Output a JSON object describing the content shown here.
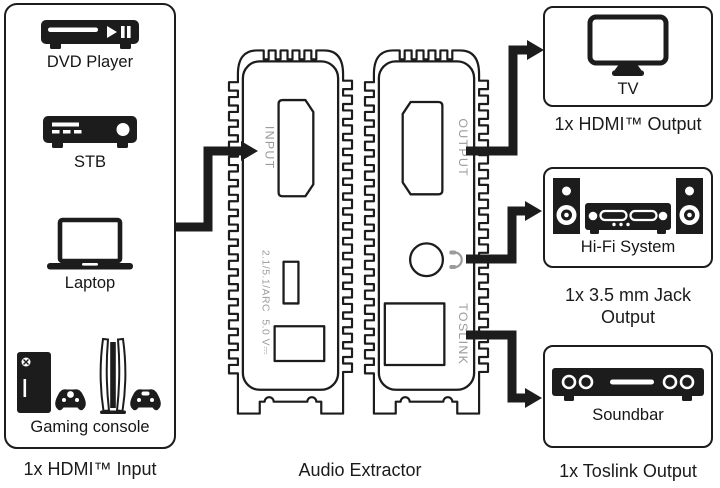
{
  "sources": {
    "items": [
      {
        "label": "DVD Player",
        "icon": "dvd-player-icon"
      },
      {
        "label": "STB",
        "icon": "stb-icon"
      },
      {
        "label": "Laptop",
        "icon": "laptop-icon"
      },
      {
        "label": "Gaming console",
        "icon": "gaming-console-icon"
      }
    ],
    "caption": "1x HDMI™ Input"
  },
  "extractor": {
    "caption": "Audio Extractor",
    "front_panel": {
      "hdmi_label": "INPUT",
      "mode_label": "2.1/5.1/ARC",
      "power_label": "5.0 V⎓"
    },
    "back_panel": {
      "hdmi_label": "OUTPUT",
      "toslink_label": "TOSLINK",
      "jack_icon": "headphones-icon"
    }
  },
  "outputs": [
    {
      "label": "TV",
      "icon": "tv-icon",
      "caption": "1x HDMI™ Output"
    },
    {
      "label": "Hi-Fi System",
      "icon": "hifi-system-icon",
      "caption": "1x 3.5 mm Jack Output"
    },
    {
      "label": "Soundbar",
      "icon": "soundbar-icon",
      "caption": "1x Toslink Output"
    }
  ],
  "colors": {
    "ink": "#1c1c1c",
    "muted_port_label": "#9b9b9b",
    "background": "#ffffff"
  }
}
